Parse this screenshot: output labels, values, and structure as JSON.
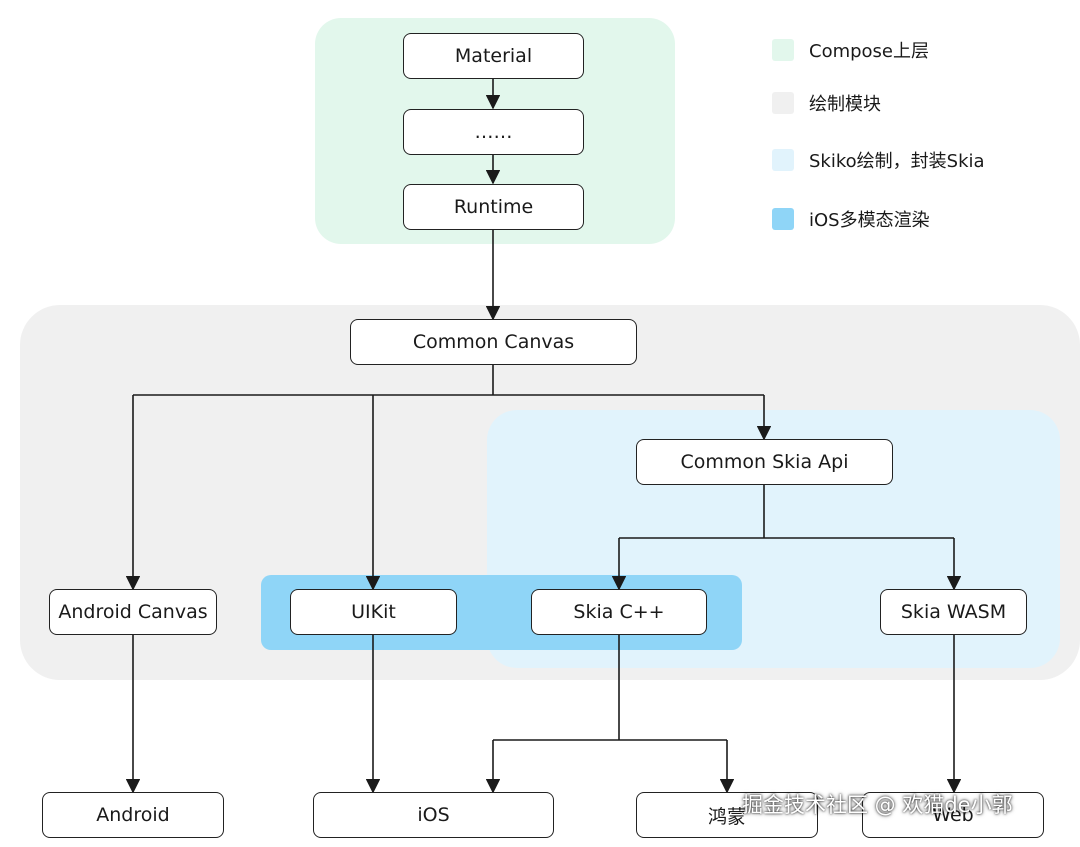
{
  "regions": {
    "compose_upper": "#e2f7ec",
    "drawing_module": "#f0f0f0",
    "skiko": "#e1f3fc",
    "ios_multimodal": "#8fd5f7"
  },
  "nodes": {
    "material": "Material",
    "ellipsis": "……",
    "runtime": "Runtime",
    "common_canvas": "Common Canvas",
    "common_skia_api": "Common Skia Api",
    "android_canvas": "Android Canvas",
    "uikit": "UIKit",
    "skia_cpp": "Skia C++",
    "skia_wasm": "Skia WASM",
    "android": "Android",
    "ios": "iOS",
    "hongmeng": "鸿蒙",
    "web": "Web"
  },
  "legend": [
    {
      "label": "Compose上层",
      "color": "#e2f7ec"
    },
    {
      "label": "绘制模块",
      "color": "#f0f0f0"
    },
    {
      "label": "Skiko绘制，封装Skia",
      "color": "#e1f3fc"
    },
    {
      "label": "iOS多模态渲染",
      "color": "#8fd5f7"
    }
  ],
  "watermark": "掘金技术社区 @ 欢猫de小郭"
}
